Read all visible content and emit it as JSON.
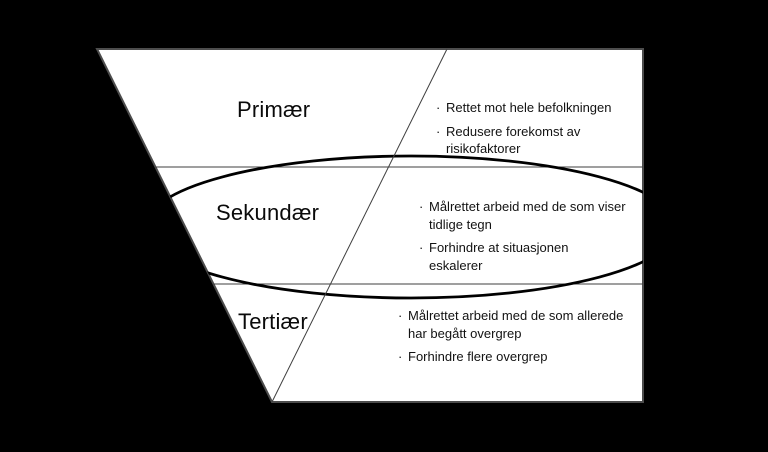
{
  "diagram": {
    "bullet_char": "·",
    "colors": {
      "background": "#000000",
      "shape_fill": "#ffffff",
      "shape_outline": "#4d4d4d",
      "divider_line": "#3f3f3f",
      "diagonal_line": "#3f3f3f",
      "ellipse_stroke": "#000000",
      "text": "#121212"
    },
    "sections": [
      {
        "label": "Primær",
        "bullets": [
          {
            "lines": [
              "Rettet mot hele befolkningen"
            ]
          },
          {
            "lines": [
              "Redusere forekomst av",
              "risikofaktorer"
            ]
          }
        ]
      },
      {
        "label": "Sekundær",
        "bullets": [
          {
            "lines": [
              "Målrettet arbeid med de som viser",
              "tidlige tegn"
            ]
          },
          {
            "lines": [
              "Forhindre at situasjonen",
              "eskalerer"
            ]
          }
        ]
      },
      {
        "label": "Tertiær",
        "bullets": [
          {
            "lines": [
              "Målrettet arbeid med de som allerede",
              "har begått overgrep"
            ]
          },
          {
            "lines": [
              "Forhindre flere overgrep"
            ]
          }
        ]
      }
    ]
  }
}
